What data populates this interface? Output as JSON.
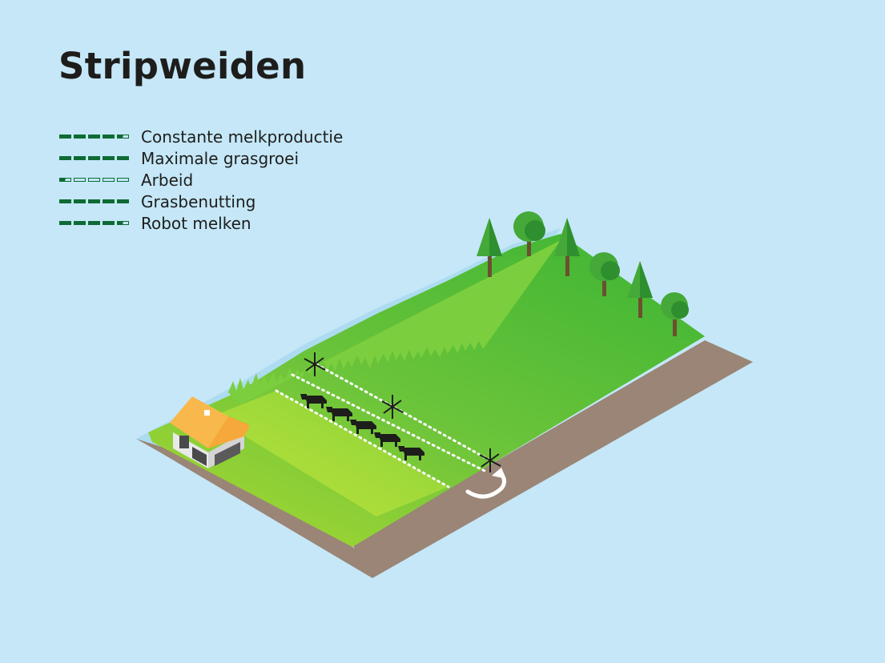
{
  "title": "Stripweiden",
  "legend": [
    {
      "label": "Constante melkproductie",
      "score": 4.5
    },
    {
      "label": "Maximale grasgroei",
      "score": 5
    },
    {
      "label": "Arbeid",
      "score": 0.5
    },
    {
      "label": "Grasbenutting",
      "score": 5
    },
    {
      "label": "Robot melken",
      "score": 4.5
    }
  ],
  "rating_max": 5,
  "colors": {
    "background": "#c5e7f8",
    "rating": "#0d6b33",
    "grass_light": "#a7d832",
    "grass_dark": "#3fb534",
    "soil": "#9a8576",
    "roof": "#f8b84b"
  }
}
